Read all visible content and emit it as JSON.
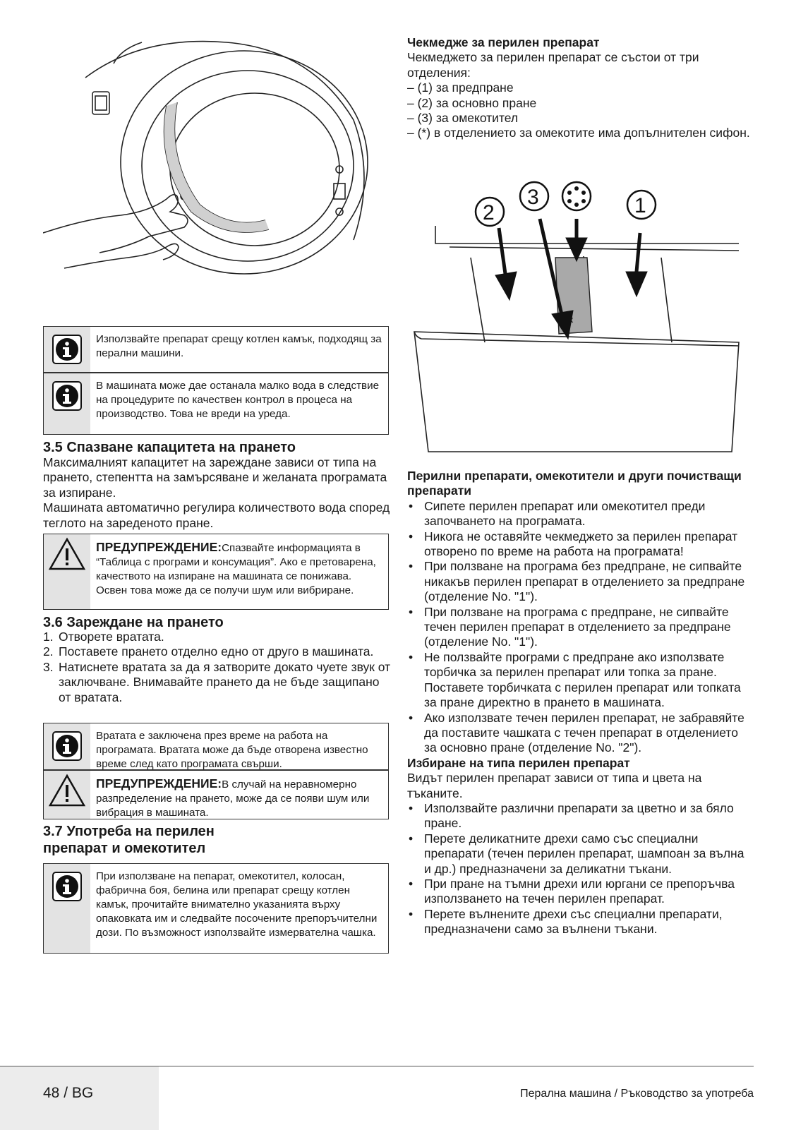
{
  "notes": {
    "n1": "Използвайте препарат срещу котлен камък, подходящ за перални машини.",
    "n2": "В машината може дае останала малко вода в следствие на процедурите по качествен контрол в процеса на производство. Това не вреди на уреда.",
    "w1_label": "ПРЕДУПРЕЖДЕНИЕ:",
    "w1_text": "Спазвайте информацията в “Таблица с програми и консумация”. Ако е претоварена, качеството на изпиране на машината се понижава. Освен това може да се получи шум или вибриране.",
    "n3": "Вратата е заключена през време на работа на програмата. Вратата може да бъде отворена известно време след като програмата свърши.",
    "w2_label": "ПРЕДУПРЕЖДЕНИЕ:",
    "w2_text": "В случай на неравномерно разпределение на прането, може да се появи шум или вибрация в машината.",
    "n4": "При използване на пепарат, омекотител, колосан, фабрична боя, белина или препарат срещу котлен камък, прочитайте внимателно указанията върху опаковката им и следвайте посочените препоръчителни дози. По възможност използвайте измервателна чашка."
  },
  "s35": {
    "title": "3.5 Спазване капацитета на прането",
    "p1": "Максималният капацитет на зареждане зависи от типа на прането, степентта на замърсяване и желаната програмата за изпиране.",
    "p2": "Машината автоматично регулира количеството вода според теглото на зареденото пране."
  },
  "s36": {
    "title": "3.6 Зареждане на прането",
    "steps": [
      {
        "n": "1.",
        "t": "Отворете вратата."
      },
      {
        "n": "2.",
        "t": "Поставете прането отделно едно от друго в машината."
      },
      {
        "n": "3.",
        "t": "Натиснете вратата за да я затворите докато чуете звук от заключване. Внимавайте прането да не бъде защипано от вратата."
      }
    ]
  },
  "s37": {
    "title_l1": "3.7 Употреба на перилен",
    "title_l2": "препарат и омекотител"
  },
  "right": {
    "h1": "Чекмедже за перилен препарат",
    "p1": "Чекмеджето за перилен препарат се състои от три отделения:",
    "l1": "– (1) за предпране",
    "l2": "– (2) за основно пране",
    "l3": "– (3) за омекотител",
    "l4": "– (*) в отделението за омекотите има допълнителен сифон.",
    "h2": "Перилни препарати, омекотители и други почистващи препарати",
    "bul1": [
      "Сипете перилен препарат или омекотител преди започването на програмата.",
      "Никога не оставяйте чекмеджето за перилен препарат отворено по време на работа на програмата!",
      "При ползване на програма без предпране, не сипвайте никакъв перилен препарат в отделението за предпране (отделение No. \"1\").",
      "При ползване на програма с предпране, не сипвайте течен перилен препарат в отделението за предпране (отделение No. \"1\").",
      "Не ползвайте програми с предпране ако използвате торбичка за перилен препарат или топка за пране. Поставете торбичката с перилен препарат или топката за пране директно в прането в машината.",
      "Ако използвате течен перилен препарат, не забравяйте да поставите чашката с течен препарат в отделението за основно пране (отделение No. \"2\")."
    ],
    "h3": "Избиране на типа перилен препарат",
    "p3": "Видът перилен препарат зависи от типа и цвета на тъканите.",
    "bul2": [
      "Използвайте различни препарати за цветно и за бяло пране.",
      "Перете деликатните дрехи само със специални препарати (течен перилен препарат, шампоан за вълна и др.) предназначени за деликатни тъкани.",
      "При пране на тъмни дрехи или юргани се препоръчва използването на течен перилен препарат.",
      "Перете вълнените дрехи със специални препарати, предназначени само за вълнени тъкани."
    ]
  },
  "figure": {
    "n2": "2",
    "n3": "3",
    "n1": "1",
    "logo": "ax"
  },
  "footer": {
    "page": "48 / BG",
    "title": "Перална машина / Ръководство за употреба"
  }
}
